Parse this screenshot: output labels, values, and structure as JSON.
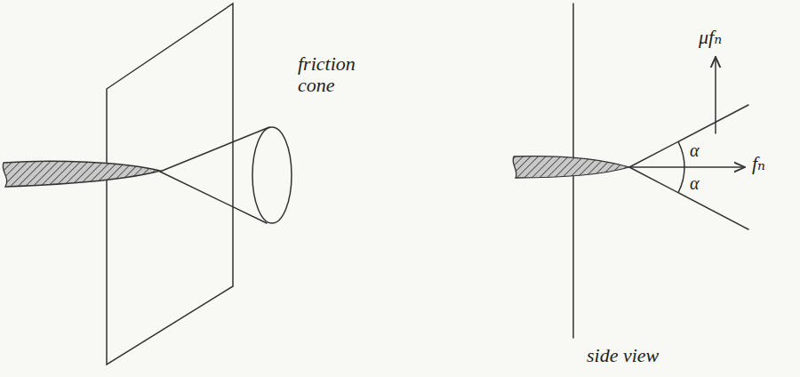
{
  "diagram": {
    "labels": [
      "friction cone",
      "μfₙ",
      "fₙ",
      "α",
      "α",
      "side view"
    ]
  }
}
